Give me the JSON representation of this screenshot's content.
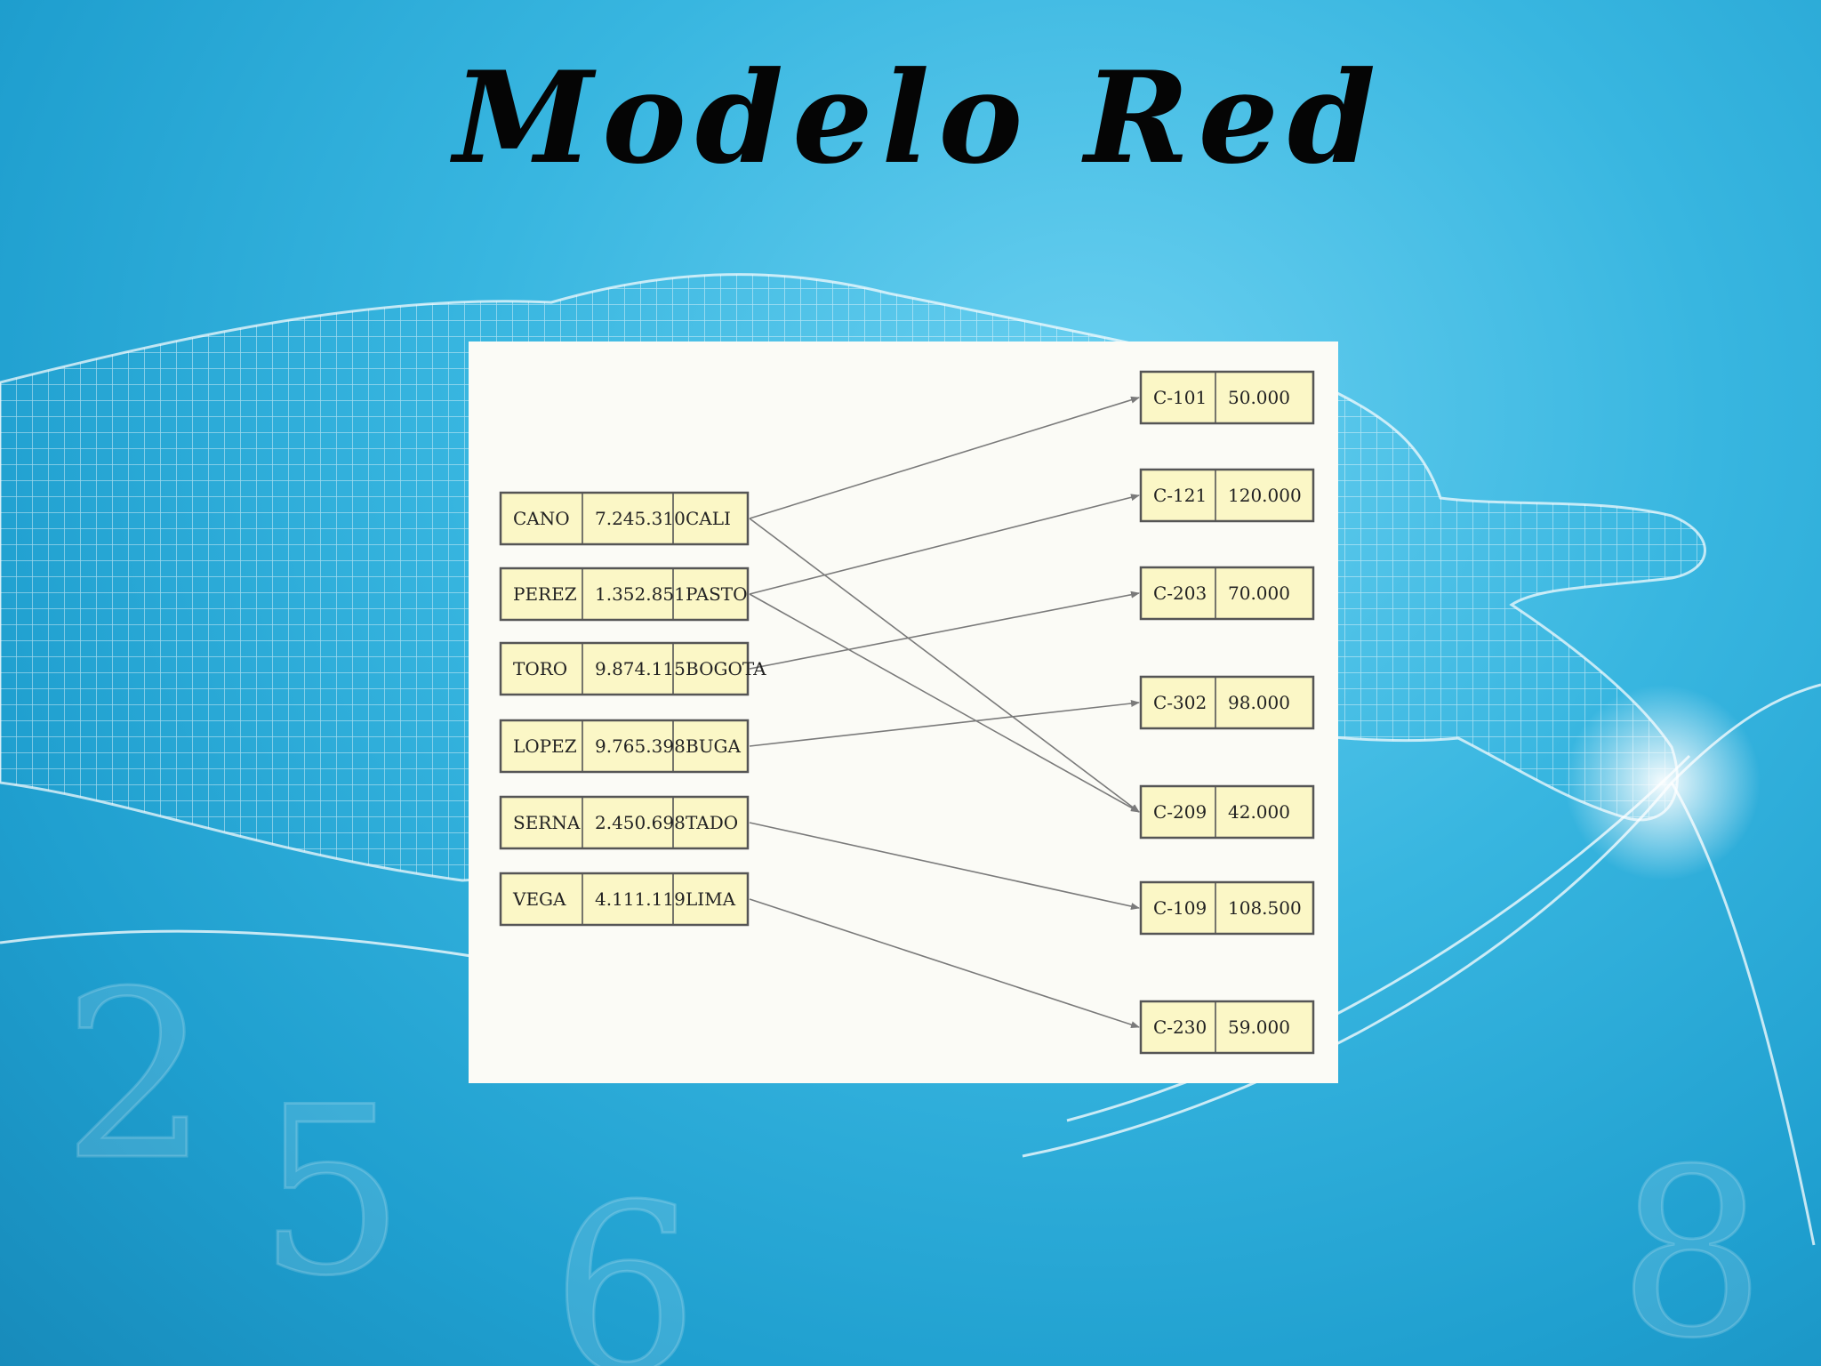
{
  "title": "Modelo Red",
  "colors": {
    "record_fill": "#fbf7c6",
    "record_border": "#555555",
    "link_line": "#7a7a7a",
    "panel_background": "#fbfbf6"
  },
  "clients": [
    {
      "name": "CANO",
      "amount": "7.245.310",
      "city": "CALI"
    },
    {
      "name": "PEREZ",
      "amount": "1.352.851",
      "city": "PASTO"
    },
    {
      "name": "TORO",
      "amount": "9.874.115",
      "city": "BOGOTA"
    },
    {
      "name": "LOPEZ",
      "amount": "9.765.398",
      "city": "BUGA"
    },
    {
      "name": "SERNA",
      "amount": "2.450.698",
      "city": "TADO"
    },
    {
      "name": "VEGA",
      "amount": "4.111.119",
      "city": "LIMA"
    }
  ],
  "accounts": [
    {
      "code": "C-101",
      "balance": "50.000"
    },
    {
      "code": "C-121",
      "balance": "120.000"
    },
    {
      "code": "C-203",
      "balance": "70.000"
    },
    {
      "code": "C-302",
      "balance": "98.000"
    },
    {
      "code": "C-209",
      "balance": "42.000"
    },
    {
      "code": "C-109",
      "balance": "108.500"
    },
    {
      "code": "C-230",
      "balance": "59.000"
    }
  ],
  "links": [
    {
      "from": 0,
      "to": 0
    },
    {
      "from": 0,
      "to": 4
    },
    {
      "from": 1,
      "to": 1
    },
    {
      "from": 1,
      "to": 4
    },
    {
      "from": 2,
      "to": 2
    },
    {
      "from": 3,
      "to": 3
    },
    {
      "from": 4,
      "to": 5
    },
    {
      "from": 5,
      "to": 6
    }
  ]
}
